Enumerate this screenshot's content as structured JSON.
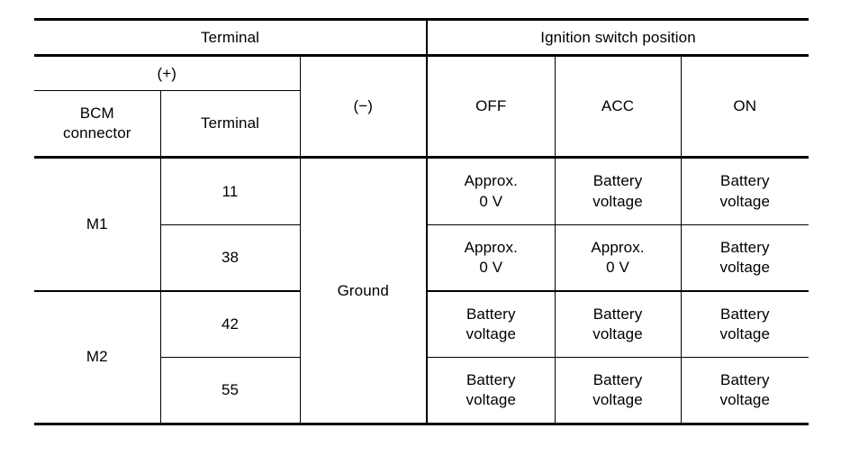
{
  "table": {
    "headers": {
      "terminal_group": "Terminal",
      "ignition_group": "Ignition switch position",
      "positive": "(+)",
      "negative": "(−)",
      "bcm_connector": "BCM\nconnector",
      "terminal": "Terminal",
      "off": "OFF",
      "acc": "ACC",
      "on": "ON"
    },
    "ground_label": "Ground",
    "connectors": [
      {
        "name": "M1",
        "row_span": 2
      },
      {
        "name": "M2",
        "row_span": 2
      }
    ],
    "rows": [
      {
        "connector": "M1",
        "terminal": "11",
        "negative": "Ground",
        "off": "Approx.\n0 V",
        "acc": "Battery\nvoltage",
        "on": "Battery\nvoltage"
      },
      {
        "connector": "M1",
        "terminal": "38",
        "negative": "Ground",
        "off": "Approx.\n0 V",
        "acc": "Approx.\n0 V",
        "on": "Battery\nvoltage"
      },
      {
        "connector": "M2",
        "terminal": "42",
        "negative": "Ground",
        "off": "Battery\nvoltage",
        "acc": "Battery\nvoltage",
        "on": "Battery\nvoltage"
      },
      {
        "connector": "M2",
        "terminal": "55",
        "negative": "Ground",
        "off": "Battery\nvoltage",
        "acc": "Battery\nvoltage",
        "on": "Battery\nvoltage"
      }
    ]
  },
  "colors": {
    "rule": "#000000",
    "text": "#000000",
    "background": "#ffffff"
  }
}
